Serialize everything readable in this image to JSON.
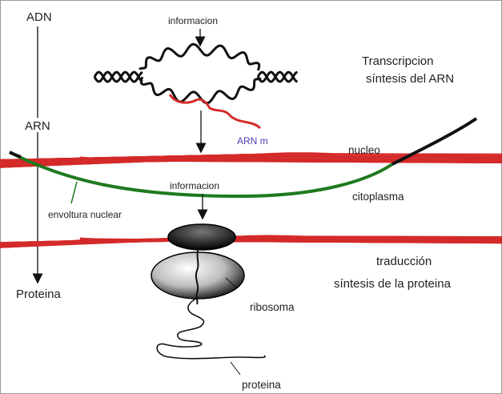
{
  "left_axis": {
    "top": "ADN",
    "middle": "ARN",
    "bottom": "Proteina"
  },
  "transcription": {
    "info_label": "informacion",
    "title_line1": "Transcripcion",
    "title_line2": "síntesis del ARN",
    "mrna_label": "ARN m"
  },
  "membrane": {
    "nucleus_label": "nucleo",
    "cytoplasm_label": "citoplasma",
    "envelope_label": "envoltura nuclear",
    "info_label": "informacion"
  },
  "translation": {
    "title_line1": "traducción",
    "title_line2": "síntesis de la proteina",
    "ribosome_label": "ribosoma",
    "protein_label": "proteina"
  },
  "colors": {
    "rna": "#d42a2a",
    "membrane": "#1f7a1f",
    "dna": "#111111",
    "mrna_text": "#4a3bb5"
  }
}
